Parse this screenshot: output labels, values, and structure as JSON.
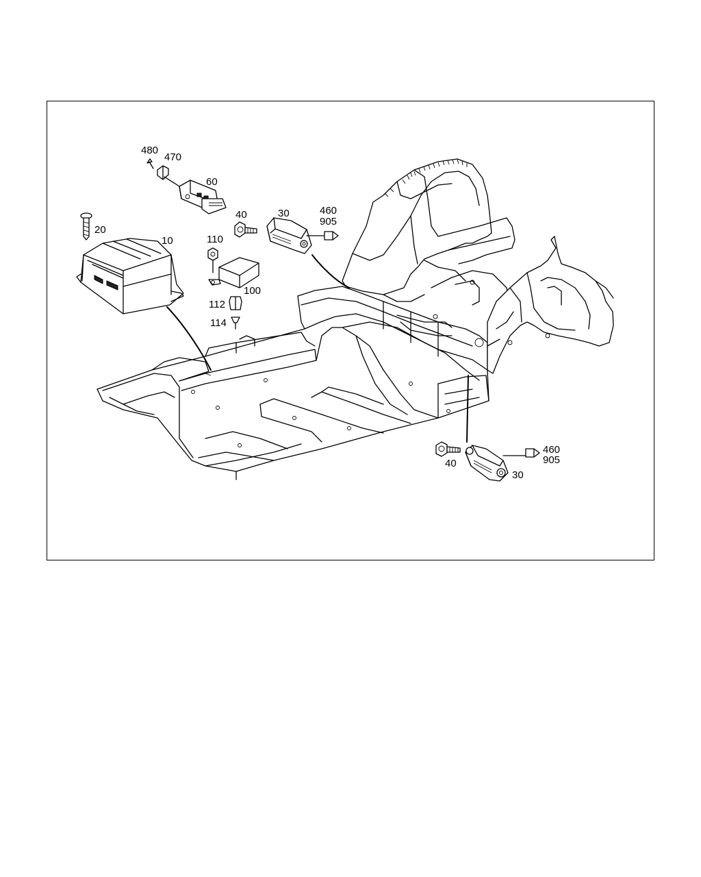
{
  "labels": {
    "p480": "480",
    "p470": "470",
    "p60": "60",
    "p20": "20",
    "p10": "10",
    "p40_top": "40",
    "p30_top": "30",
    "p460_top": "460",
    "p905_top": "905",
    "p110": "110",
    "p100": "100",
    "p112": "112",
    "p114": "114",
    "p40_bottom": "40",
    "p30_bottom": "30",
    "p460_bottom": "460",
    "p905_bottom": "905"
  },
  "colors": {
    "line": "#000000",
    "background": "#ffffff"
  }
}
